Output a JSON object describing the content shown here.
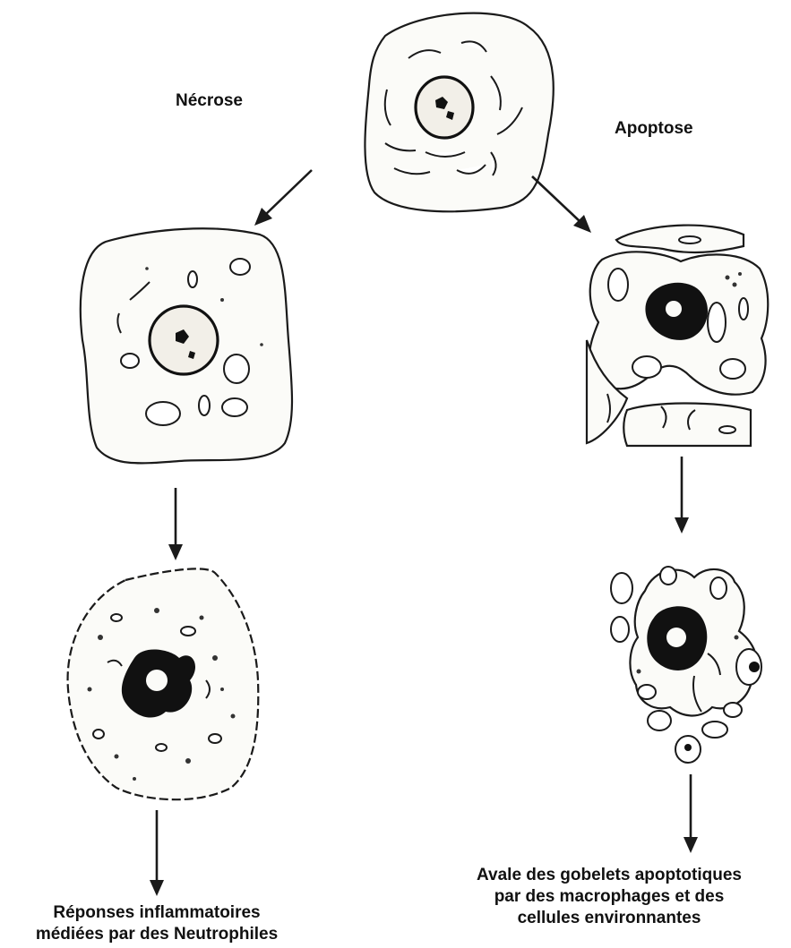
{
  "labels": {
    "necrosis": "Nécrose",
    "apoptosis": "Apoptose"
  },
  "captions": {
    "necrosis_line1": "Réponses inflammatoires",
    "necrosis_line2": "médiées par des Neutrophiles",
    "apoptosis_line1": "Avale des gobelets apoptotiques",
    "apoptosis_line2": "par des macrophages et des",
    "apoptosis_line3": "cellules environnantes"
  }
}
